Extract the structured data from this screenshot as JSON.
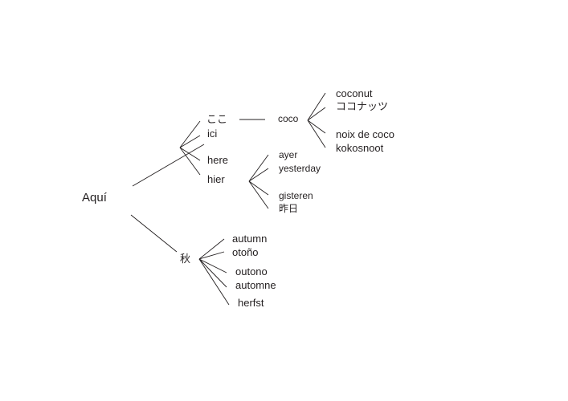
{
  "root": "Aquí",
  "branches": {
    "koko": "ここ",
    "ici": "ici",
    "here": "here",
    "hier": "hier",
    "aki": "秋"
  },
  "coco": {
    "label": "coco",
    "translations": [
      "coconut",
      "ココナッツ",
      "noix de coco",
      "kokosnoot"
    ]
  },
  "hier_words": [
    "ayer",
    "yesterday",
    "gisteren",
    "昨日"
  ],
  "aki_words": [
    "autumn",
    "otoño",
    "outono",
    "automne",
    "herfst"
  ],
  "colors": {
    "ink": "#231f20",
    "background": "#ffffff"
  }
}
